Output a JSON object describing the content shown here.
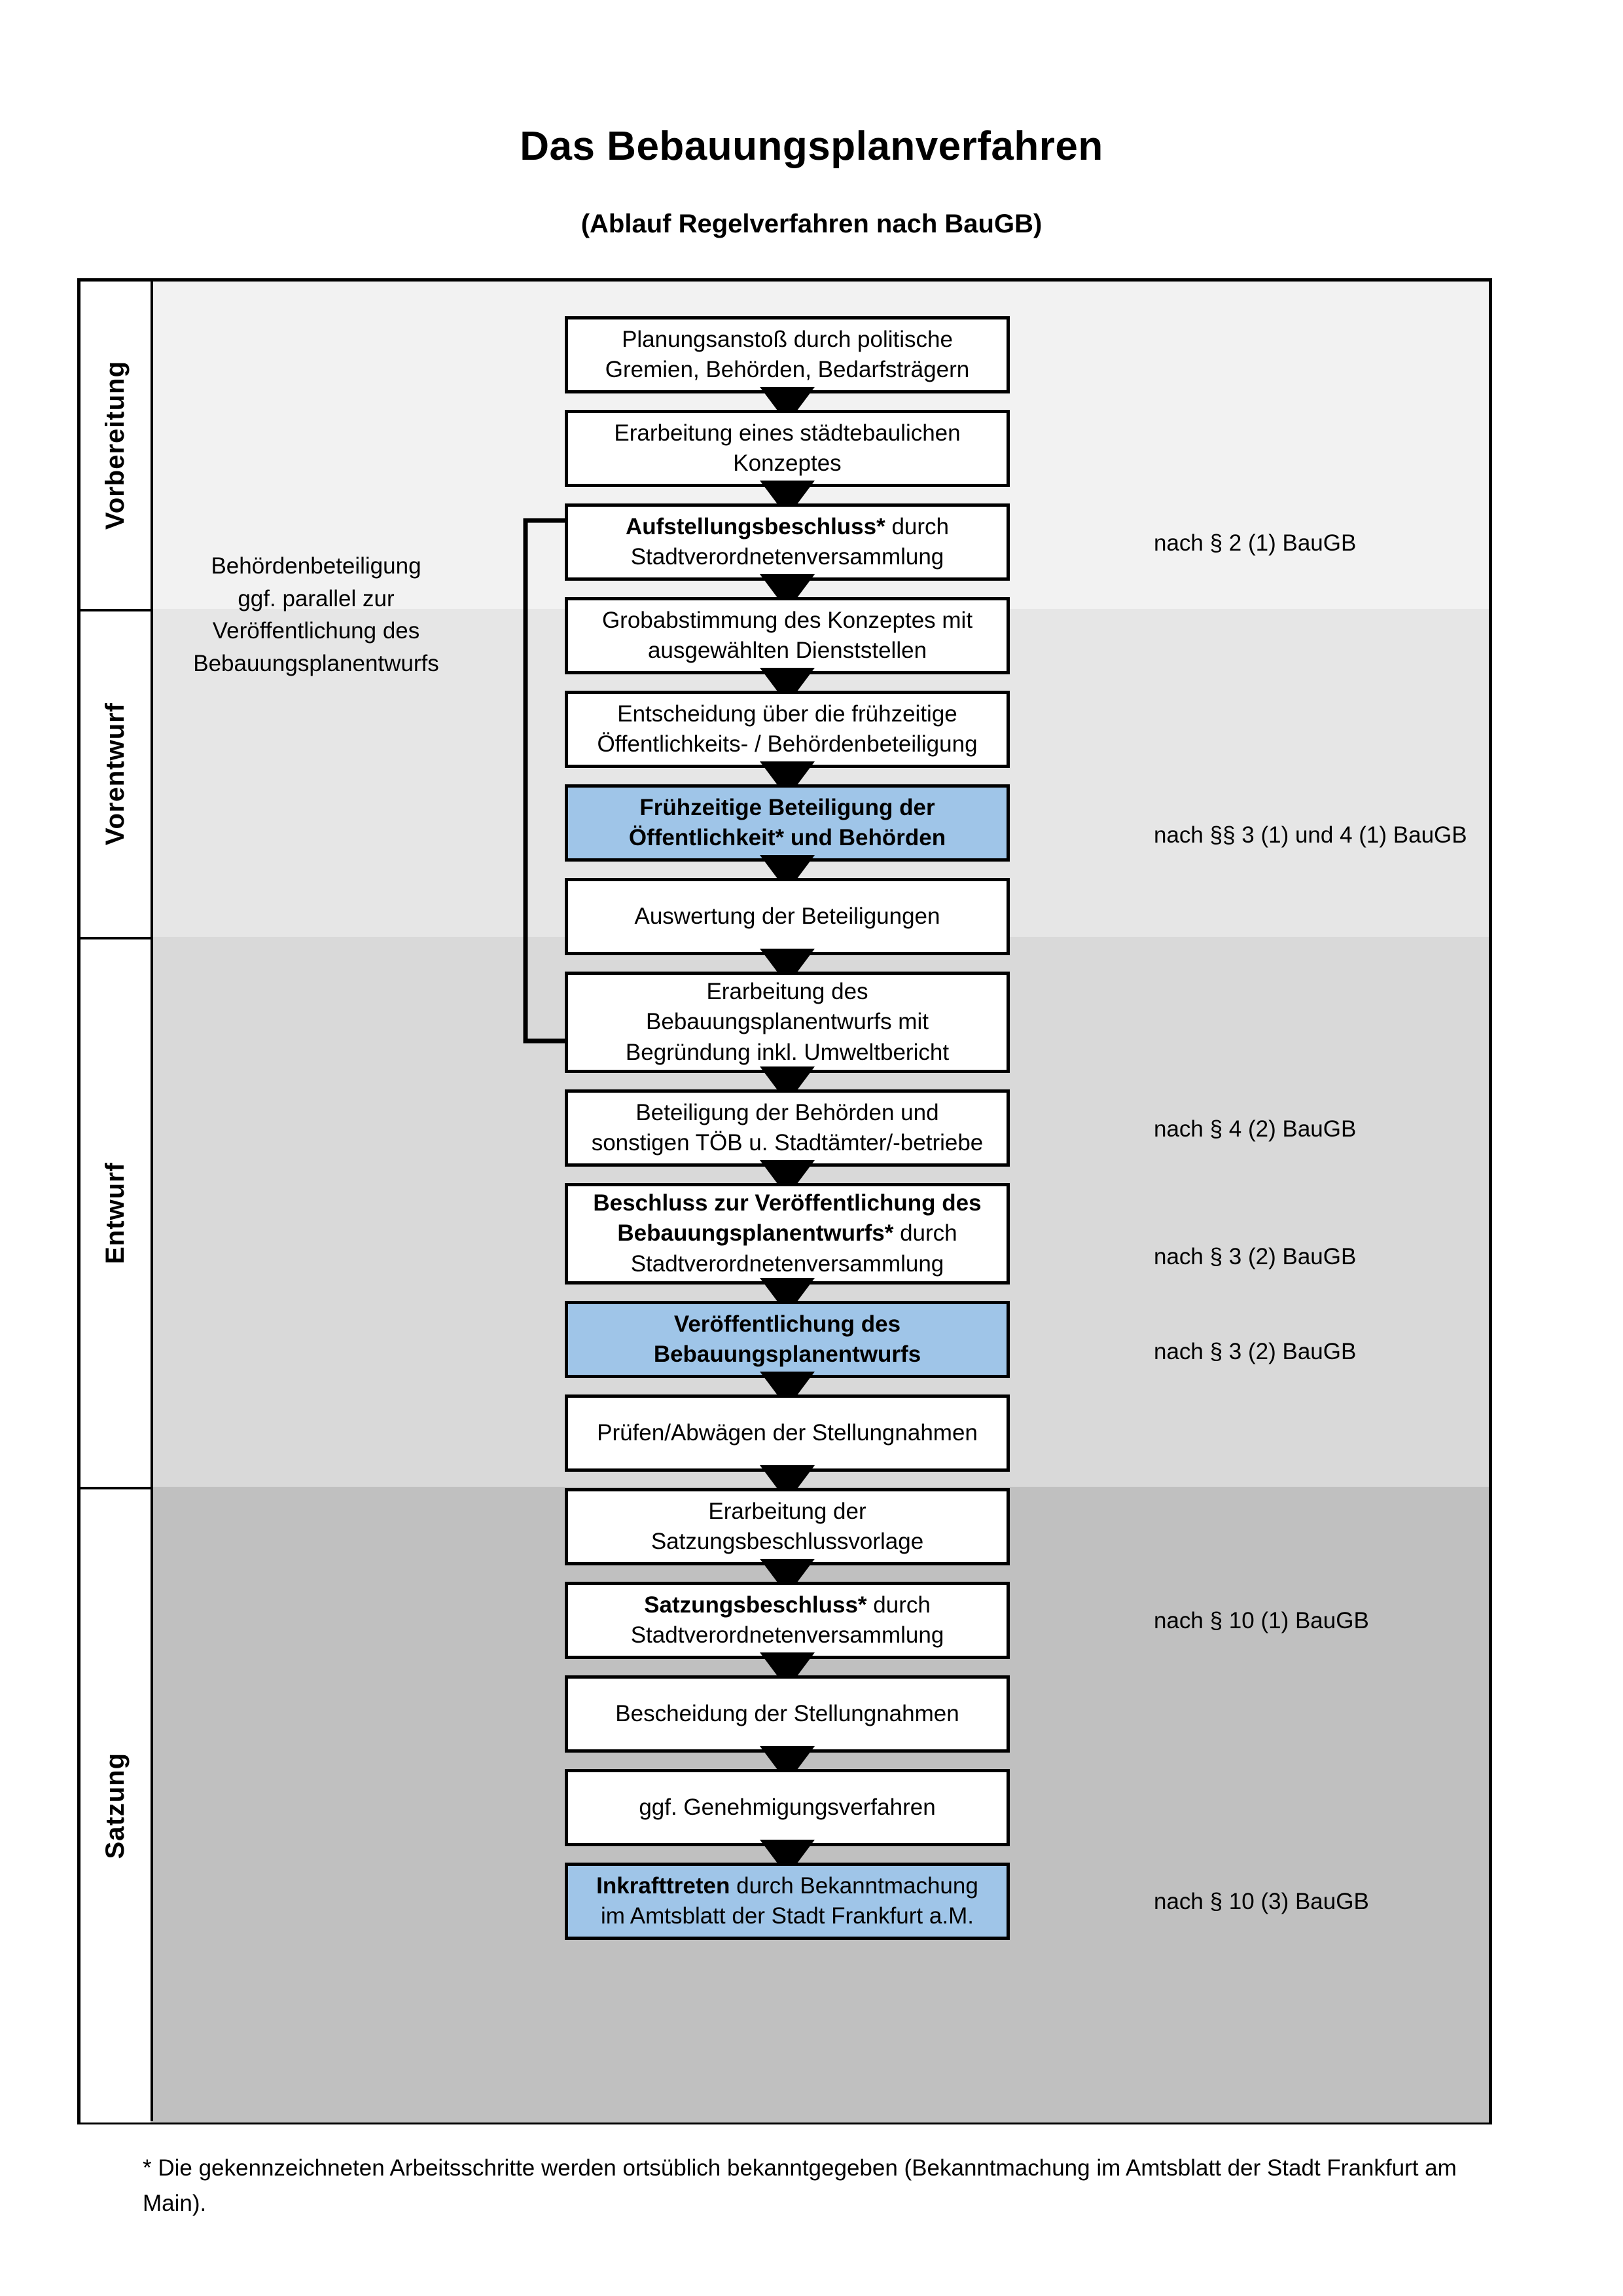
{
  "title": "Das Bebauungsplanverfahren",
  "subtitle": "(Ablauf Regelverfahren nach BauGB)",
  "phases": [
    {
      "label": "Vorbereitung",
      "color": "#F2F2F2"
    },
    {
      "label": "Vorentwurf",
      "color": "#E6E6E6"
    },
    {
      "label": "Entwurf",
      "color": "#D9D9D9"
    },
    {
      "label": "Satzung",
      "color": "#C0C0C0"
    }
  ],
  "accent_blue": "#9FC5E8",
  "steps": [
    {
      "id": "planungsanstoss",
      "line1": "Planungsanstoß durch politische",
      "line2": "Gremien, Behörden, Bedarfsträgern",
      "bold1": "",
      "highlight": false
    },
    {
      "id": "konzept",
      "line1": "Erarbeitung eines städtebaulichen",
      "line2": "Konzeptes",
      "bold1": "",
      "highlight": false
    },
    {
      "id": "aufstellungsbeschluss",
      "bold1": "Aufstellungsbeschluss*",
      "line1": " durch",
      "line2": "Stadtverordnetenversammlung",
      "highlight": false
    },
    {
      "id": "grobabstimmung",
      "line1": "Grobabstimmung des Konzeptes mit",
      "line2": "ausgewählten Dienststellen",
      "bold1": "",
      "highlight": false
    },
    {
      "id": "entscheidung",
      "line1": "Entscheidung über die frühzeitige",
      "line2": "Öffentlichkeits- / Behördenbeteiligung",
      "bold1": "",
      "highlight": false
    },
    {
      "id": "fruehzeitige-beteiligung",
      "bold1": "Frühzeitige Beteiligung der",
      "bold2": "Öffentlichkeit* und Behörden",
      "highlight": true
    },
    {
      "id": "auswertung",
      "line1": "Auswertung der Beteiligungen",
      "line2": "",
      "bold1": "",
      "highlight": false
    },
    {
      "id": "erarbeitung-entwurf",
      "line1": "Erarbeitung des",
      "line2": "Bebauungsplanentwurfs mit",
      "line3": "Begründung inkl. Umweltbericht",
      "bold1": "",
      "highlight": false
    },
    {
      "id": "beteiligung-behoerden",
      "line1": "Beteiligung der Behörden und",
      "line2": "sonstigen TÖB u. Stadtämter/-betriebe",
      "bold1": "",
      "highlight": false
    },
    {
      "id": "beschluss-veroeffentlichung",
      "bold1": "Beschluss zur Veröffentlichung des",
      "bold2": "Bebauungsplanentwurfs*",
      "line1": " durch",
      "line2": "Stadtverordnetenversammlung",
      "highlight": false
    },
    {
      "id": "veroeffentlichung",
      "bold1": "Veröffentlichung des",
      "bold2": "Bebauungsplanentwurfs",
      "highlight": true
    },
    {
      "id": "pruefen-abwaegen",
      "line1": "Prüfen/Abwägen der Stellungnahmen",
      "line2": "",
      "bold1": "",
      "highlight": false
    },
    {
      "id": "satzungsvorlage",
      "line1": "Erarbeitung der",
      "line2": "Satzungsbeschlussvorlage",
      "bold1": "",
      "highlight": false
    },
    {
      "id": "satzungsbeschluss",
      "bold1": "Satzungsbeschluss*",
      "line1": " durch",
      "line2": "Stadtverordnetenversammlung",
      "highlight": false
    },
    {
      "id": "bescheidung",
      "line1": "Bescheidung der Stellungnahmen",
      "line2": "",
      "bold1": "",
      "highlight": false
    },
    {
      "id": "genehmigungsverfahren",
      "line1": "ggf. Genehmigungsverfahren",
      "line2": "",
      "bold1": "",
      "highlight": false
    },
    {
      "id": "inkrafttreten",
      "bold1": "Inkrafttreten",
      "line1": " durch Bekanntmachung",
      "line2": "im Amtsblatt der Stadt Frankfurt a.M.",
      "highlight": true
    }
  ],
  "references": [
    {
      "id": "ref-2-1",
      "text": "nach § 2 (1) BauGB"
    },
    {
      "id": "ref-3-1-4-1",
      "text": "nach §§ 3 (1) und 4 (1) BauGB"
    },
    {
      "id": "ref-4-2",
      "text": "nach § 4 (2) BauGB"
    },
    {
      "id": "ref-3-2-a",
      "text": "nach § 3 (2) BauGB"
    },
    {
      "id": "ref-3-2-b",
      "text": "nach § 3 (2) BauGB"
    },
    {
      "id": "ref-10-1",
      "text": "nach § 10 (1) BauGB"
    },
    {
      "id": "ref-10-3",
      "text": "nach § 10 (3) BauGB"
    }
  ],
  "side_note": "Behördenbeteiligung\nggf. parallel zur\nVeröffentlichung des\nBebauungsplanentwurfs",
  "footnote": "* Die gekennzeichneten Arbeitsschritte werden ortsüblich bekanntgegeben (Bekanntmachung im Amtsblatt  der Stadt Frankfurt am Main)."
}
